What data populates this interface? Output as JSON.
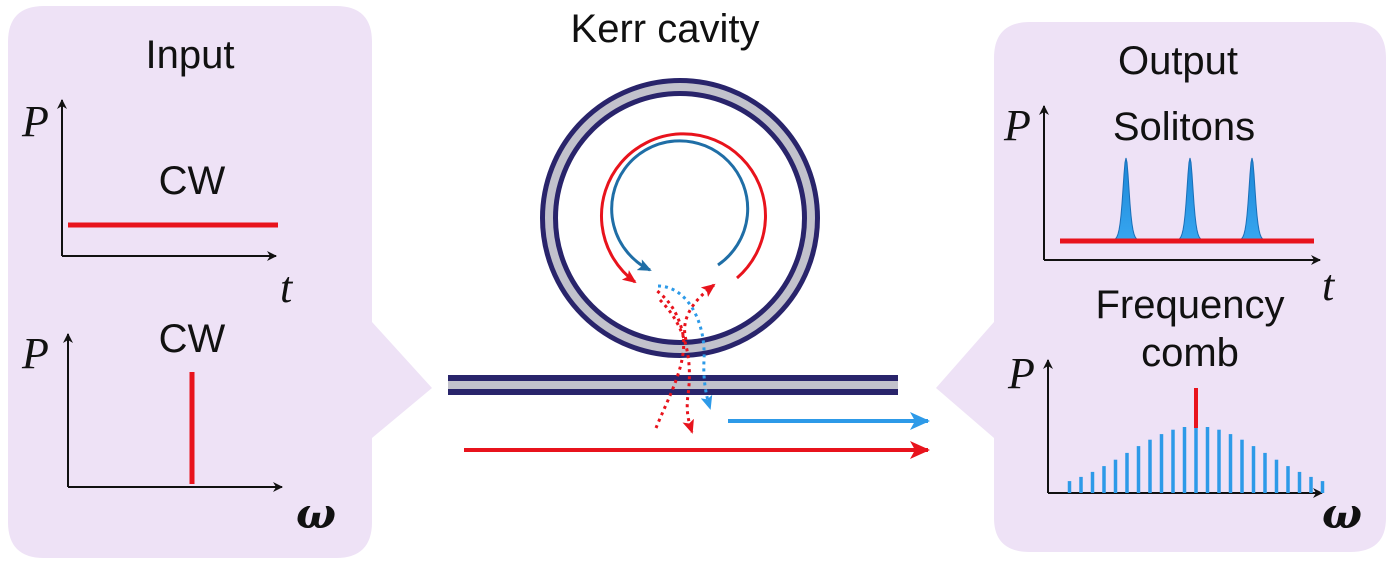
{
  "input_panel": {
    "title": "Input",
    "time_plot": {
      "y_label": "P",
      "x_label": "t",
      "signal_label": "CW"
    },
    "freq_plot": {
      "y_label": "P",
      "x_label": "ω",
      "signal_label": "CW"
    }
  },
  "center": {
    "title": "Kerr cavity"
  },
  "output_panel": {
    "title": "Output",
    "time_plot": {
      "y_label": "P",
      "x_label": "t",
      "signal_label": "Solitons"
    },
    "freq_plot": {
      "y_label": "P",
      "x_label": "ω",
      "signal_label_line1": "Frequency",
      "signal_label_line2": "comb"
    }
  },
  "colors": {
    "panel_bg": "#eee2f6",
    "ring_dark": "#29246b",
    "ring_light": "#c2c2cc",
    "pump_red": "#e8131c",
    "soliton_blue": "#2d9ae8",
    "ring_blue_arrow": "#1f6ea6"
  }
}
